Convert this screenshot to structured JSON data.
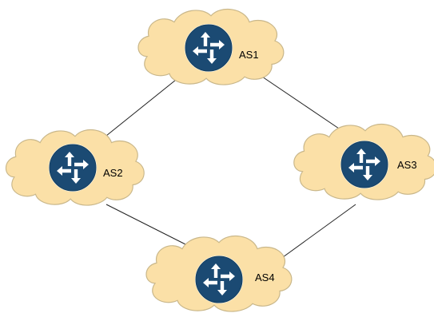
{
  "colors": {
    "background": "#ffffff",
    "cloud_fill": "#fbe0a7",
    "cloud_stroke": "#c9b78a",
    "link_stroke": "#222222",
    "router_fill": "#1b4a73",
    "router_ring": "#ffffff",
    "arrow_fill": "#ffffff"
  },
  "nodes": [
    {
      "id": "as1",
      "label": "AS1",
      "icon": "router-icon"
    },
    {
      "id": "as2",
      "label": "AS2",
      "icon": "router-icon"
    },
    {
      "id": "as3",
      "label": "AS3",
      "icon": "router-icon"
    },
    {
      "id": "as4",
      "label": "AS4",
      "icon": "router-icon"
    }
  ],
  "links": [
    {
      "from": "as1",
      "to": "as2"
    },
    {
      "from": "as1",
      "to": "as3"
    },
    {
      "from": "as2",
      "to": "as4"
    },
    {
      "from": "as3",
      "to": "as4"
    }
  ]
}
